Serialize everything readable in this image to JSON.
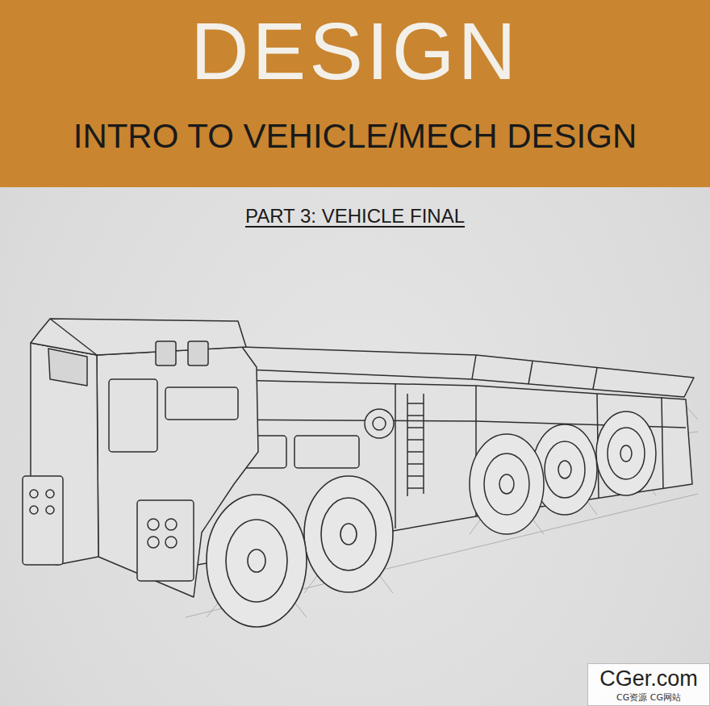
{
  "diagram": {
    "nodes": [
      {
        "text": [
          "DESIGN",
          "INTRO TO VEHICLE/MECH DESIGN"
        ]
      },
      {
        "text": [
          "CGer.com",
          "CG资源 CG网站"
        ]
      }
    ],
    "labels": [
      "PART 3: VEHICLE FINAL"
    ]
  }
}
